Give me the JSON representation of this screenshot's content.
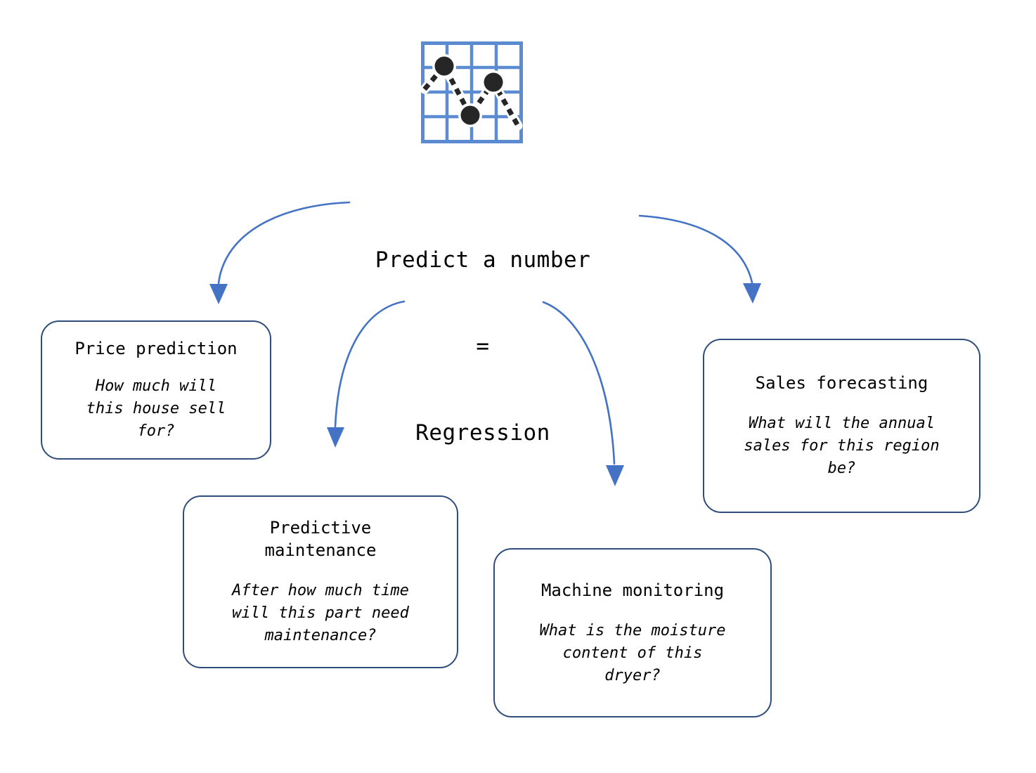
{
  "colors": {
    "arrow": "#4472C4",
    "card_border": "#2E4D7B",
    "icon_grid": "#5B8BD0",
    "icon_dot": "#262626",
    "text": "#000000",
    "background": "#FFFFFF"
  },
  "icon": {
    "name": "regression-scatter-grid-icon",
    "description": "Grid chart with three dots connected by dashed line"
  },
  "heading": {
    "line1": "Predict a number",
    "line2": "=",
    "line3": "Regression"
  },
  "cards": [
    {
      "id": "price-prediction",
      "title": "Price prediction",
      "desc": "How much will\nthis house sell\nfor?"
    },
    {
      "id": "predictive-maintenance",
      "title": "Predictive\nmaintenance",
      "desc": "After how much time\nwill this part need\nmaintenance?"
    },
    {
      "id": "machine-monitoring",
      "title": "Machine monitoring",
      "desc": "What is the moisture\ncontent of this\ndryer?"
    },
    {
      "id": "sales-forecasting",
      "title": "Sales forecasting",
      "desc": "What will the annual\nsales for this region\nbe?"
    }
  ],
  "arrows": [
    {
      "id": "arrow-to-price-prediction",
      "from": "heading",
      "to": "price-prediction"
    },
    {
      "id": "arrow-to-predictive-maintenance",
      "from": "heading",
      "to": "predictive-maintenance"
    },
    {
      "id": "arrow-to-machine-monitoring",
      "from": "heading",
      "to": "machine-monitoring"
    },
    {
      "id": "arrow-to-sales-forecasting",
      "from": "heading",
      "to": "sales-forecasting"
    }
  ]
}
